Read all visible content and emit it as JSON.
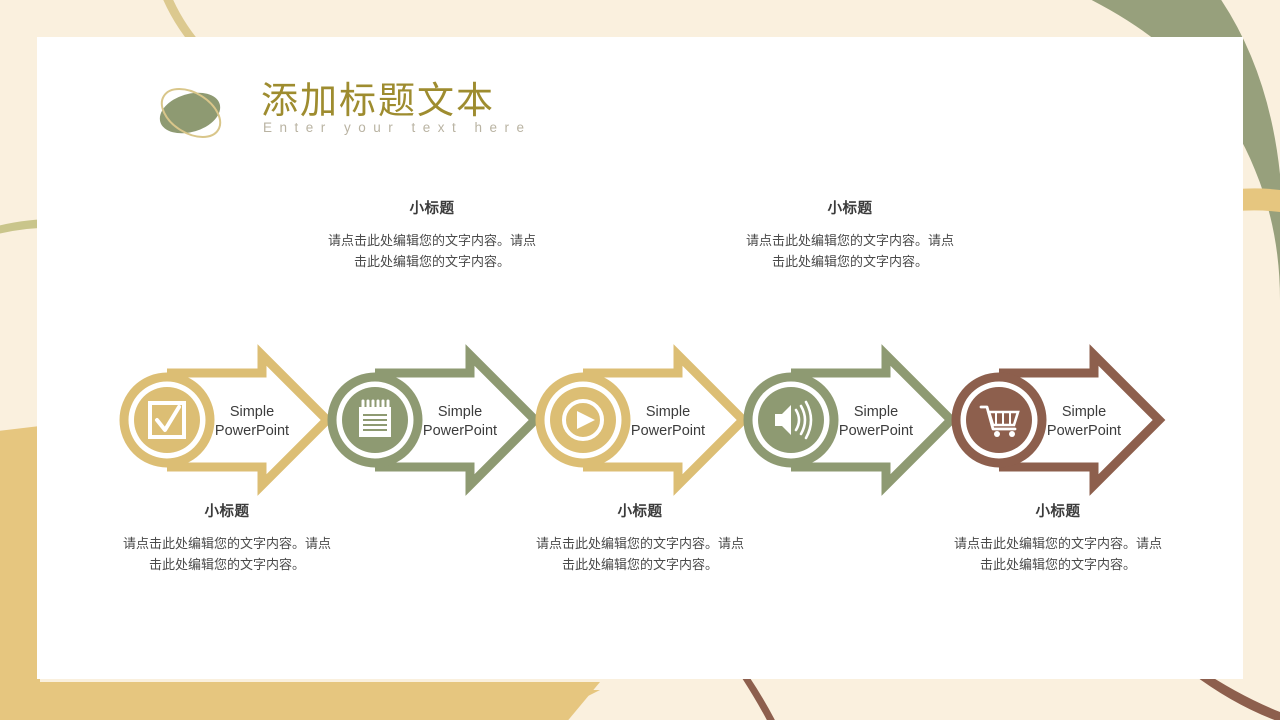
{
  "slide": {
    "background_color": "#FAF0DE",
    "card_color": "#FFFFFF"
  },
  "header": {
    "title": "添加标题文本",
    "subtitle": "Enter your text here",
    "title_color": "#9E8C2F",
    "subtitle_color": "#B9B3A2",
    "badge_icon": "ellipse-ring-decoration"
  },
  "palette": {
    "gold": "#DCBE74",
    "olive": "#97A07C",
    "brown": "#8D5F4D",
    "cream": "#FAF0DE",
    "gold_band": "#E6C67F"
  },
  "process": {
    "steps": [
      {
        "id": 1,
        "icon": "checkbox-icon",
        "color_name": "gold",
        "color": "#DCBE74",
        "label_line1": "Simple",
        "label_line2": "PowerPoint"
      },
      {
        "id": 2,
        "icon": "notepad-icon",
        "color_name": "olive",
        "color": "#97A07C",
        "label_line1": "Simple",
        "label_line2": "PowerPoint"
      },
      {
        "id": 3,
        "icon": "play-icon",
        "color_name": "gold",
        "color": "#DCBE74",
        "label_line1": "Simple",
        "label_line2": "PowerPoint"
      },
      {
        "id": 4,
        "icon": "speaker-icon",
        "color_name": "olive",
        "color": "#97A07C",
        "label_line1": "Simple",
        "label_line2": "PowerPoint"
      },
      {
        "id": 5,
        "icon": "shopping-cart-icon",
        "color_name": "brown",
        "color": "#8D5F4D",
        "label_line1": "Simple",
        "label_line2": "PowerPoint"
      }
    ]
  },
  "captions": {
    "top": [
      {
        "heading": "小标题",
        "body": "请点击此处编辑您的文字内容。请点击此处编辑您的文字内容。"
      },
      {
        "heading": "小标题",
        "body": "请点击此处编辑您的文字内容。请点击此处编辑您的文字内容。"
      }
    ],
    "bottom": [
      {
        "heading": "小标题",
        "body": "请点击此处编辑您的文字内容。请点击此处编辑您的文字内容。"
      },
      {
        "heading": "小标题",
        "body": "请点击此处编辑您的文字内容。请点击此处编辑您的文字内容。"
      },
      {
        "heading": "小标题",
        "body": "请点击此处编辑您的文字内容。请点击此处编辑您的文字内容。"
      }
    ]
  }
}
